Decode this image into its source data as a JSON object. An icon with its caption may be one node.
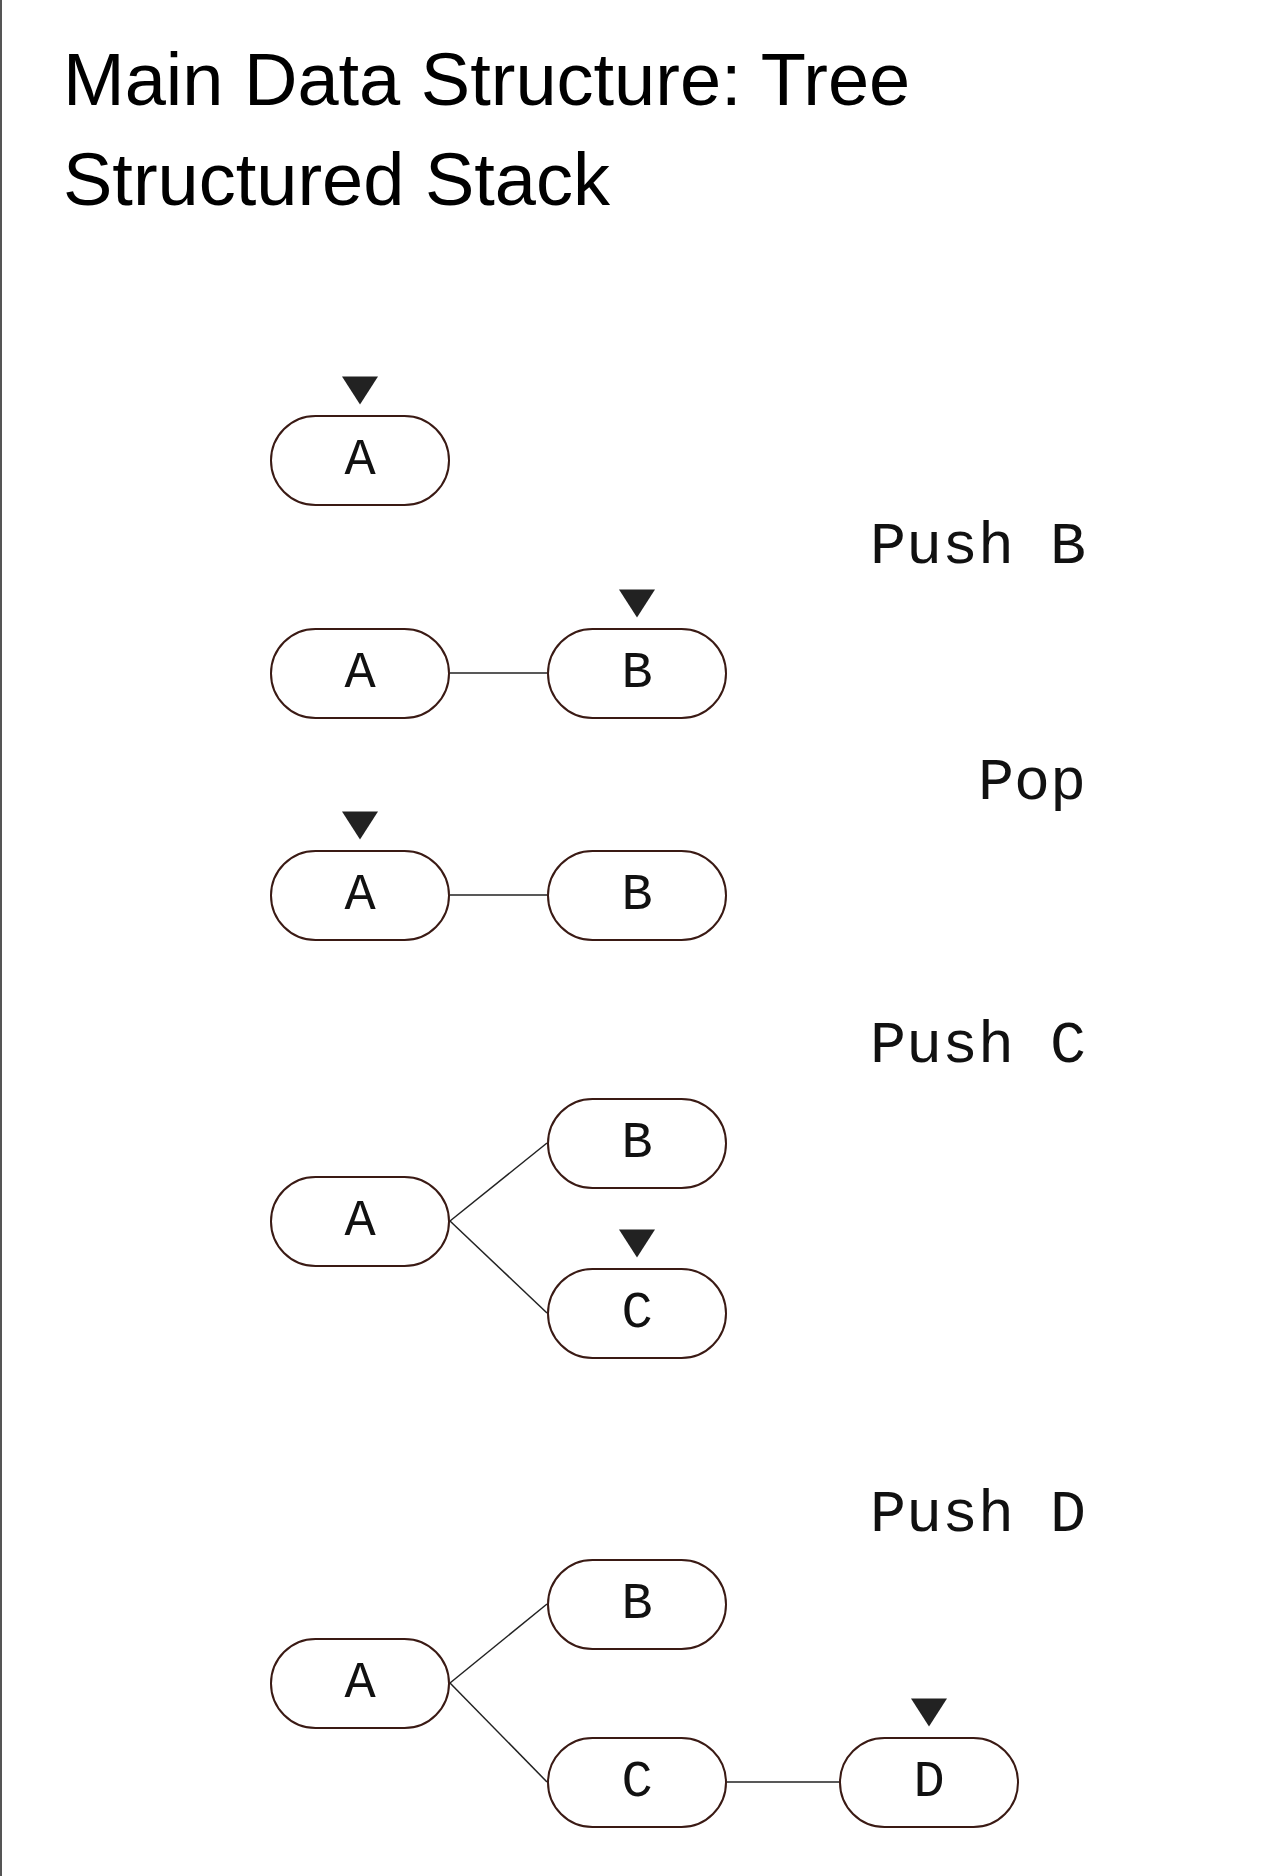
{
  "diagram": {
    "title": "Main Data Structure: Tree Structured Stack",
    "nodes": [
      {
        "text": [
          "A"
        ]
      },
      {
        "text": [
          "A"
        ]
      },
      {
        "text": [
          "B"
        ]
      },
      {
        "text": [
          "A"
        ]
      },
      {
        "text": [
          "B"
        ]
      },
      {
        "text": [
          "A"
        ]
      },
      {
        "text": [
          "B"
        ]
      },
      {
        "text": [
          "C"
        ]
      },
      {
        "text": [
          "A"
        ]
      },
      {
        "text": [
          "B"
        ]
      },
      {
        "text": [
          "C"
        ]
      },
      {
        "text": [
          "D"
        ]
      }
    ],
    "edges": [
      {
        "from": 1,
        "to": 2,
        "arrow": "none"
      },
      {
        "from": 3,
        "to": 4,
        "arrow": "none"
      },
      {
        "from": 5,
        "to": 6,
        "arrow": "none"
      },
      {
        "from": 5,
        "to": 7,
        "arrow": "none"
      },
      {
        "from": 8,
        "to": 9,
        "arrow": "none"
      },
      {
        "from": 8,
        "to": 10,
        "arrow": "none"
      },
      {
        "from": 10,
        "to": 11,
        "arrow": "none"
      }
    ],
    "labels": [
      "Push B",
      "Pop",
      "Push C",
      "Push D"
    ]
  }
}
